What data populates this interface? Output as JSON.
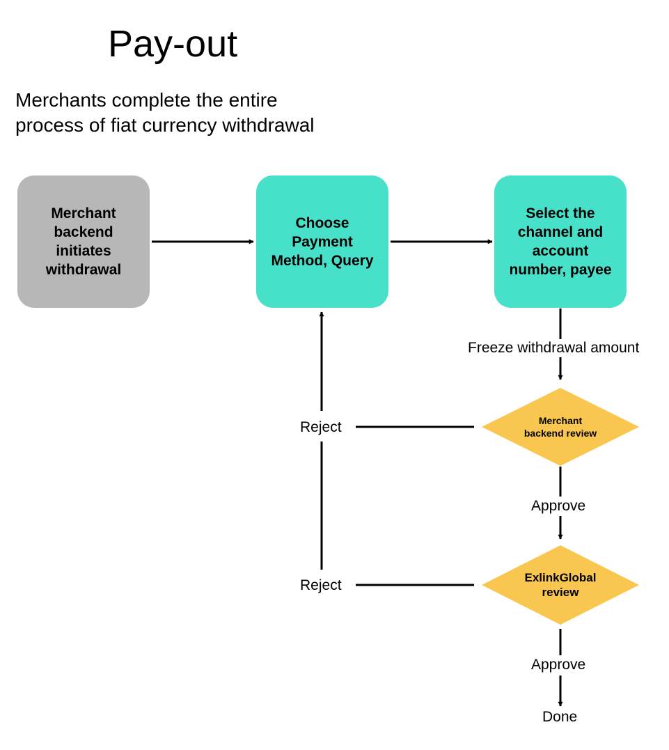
{
  "title": "Pay-out",
  "subtitle": {
    "line1": "Merchants complete the entire",
    "line2": "process of fiat currency withdrawal"
  },
  "nodes": {
    "merchant_initiates": {
      "lines": [
        "Merchant",
        "backend",
        "initiates",
        "withdrawal"
      ],
      "color": "#b7b7b7"
    },
    "choose_payment": {
      "lines": [
        "Choose",
        "Payment",
        "Method, Query"
      ],
      "color": "#47e0c9"
    },
    "select_channel": {
      "lines": [
        "Select the",
        "channel and",
        "account",
        "number, payee"
      ],
      "color": "#47e0c9"
    },
    "merchant_review": {
      "lines": [
        "Merchant",
        "backend review"
      ],
      "color": "#f9c74f"
    },
    "exlink_review": {
      "lines": [
        "ExlinkGlobal",
        "review"
      ],
      "color": "#f9c74f"
    }
  },
  "edge_labels": {
    "freeze": "Freeze withdrawal amount",
    "approve_1": "Approve",
    "approve_2": "Approve",
    "reject_1": "Reject",
    "reject_2": "Reject",
    "done": "Done"
  }
}
